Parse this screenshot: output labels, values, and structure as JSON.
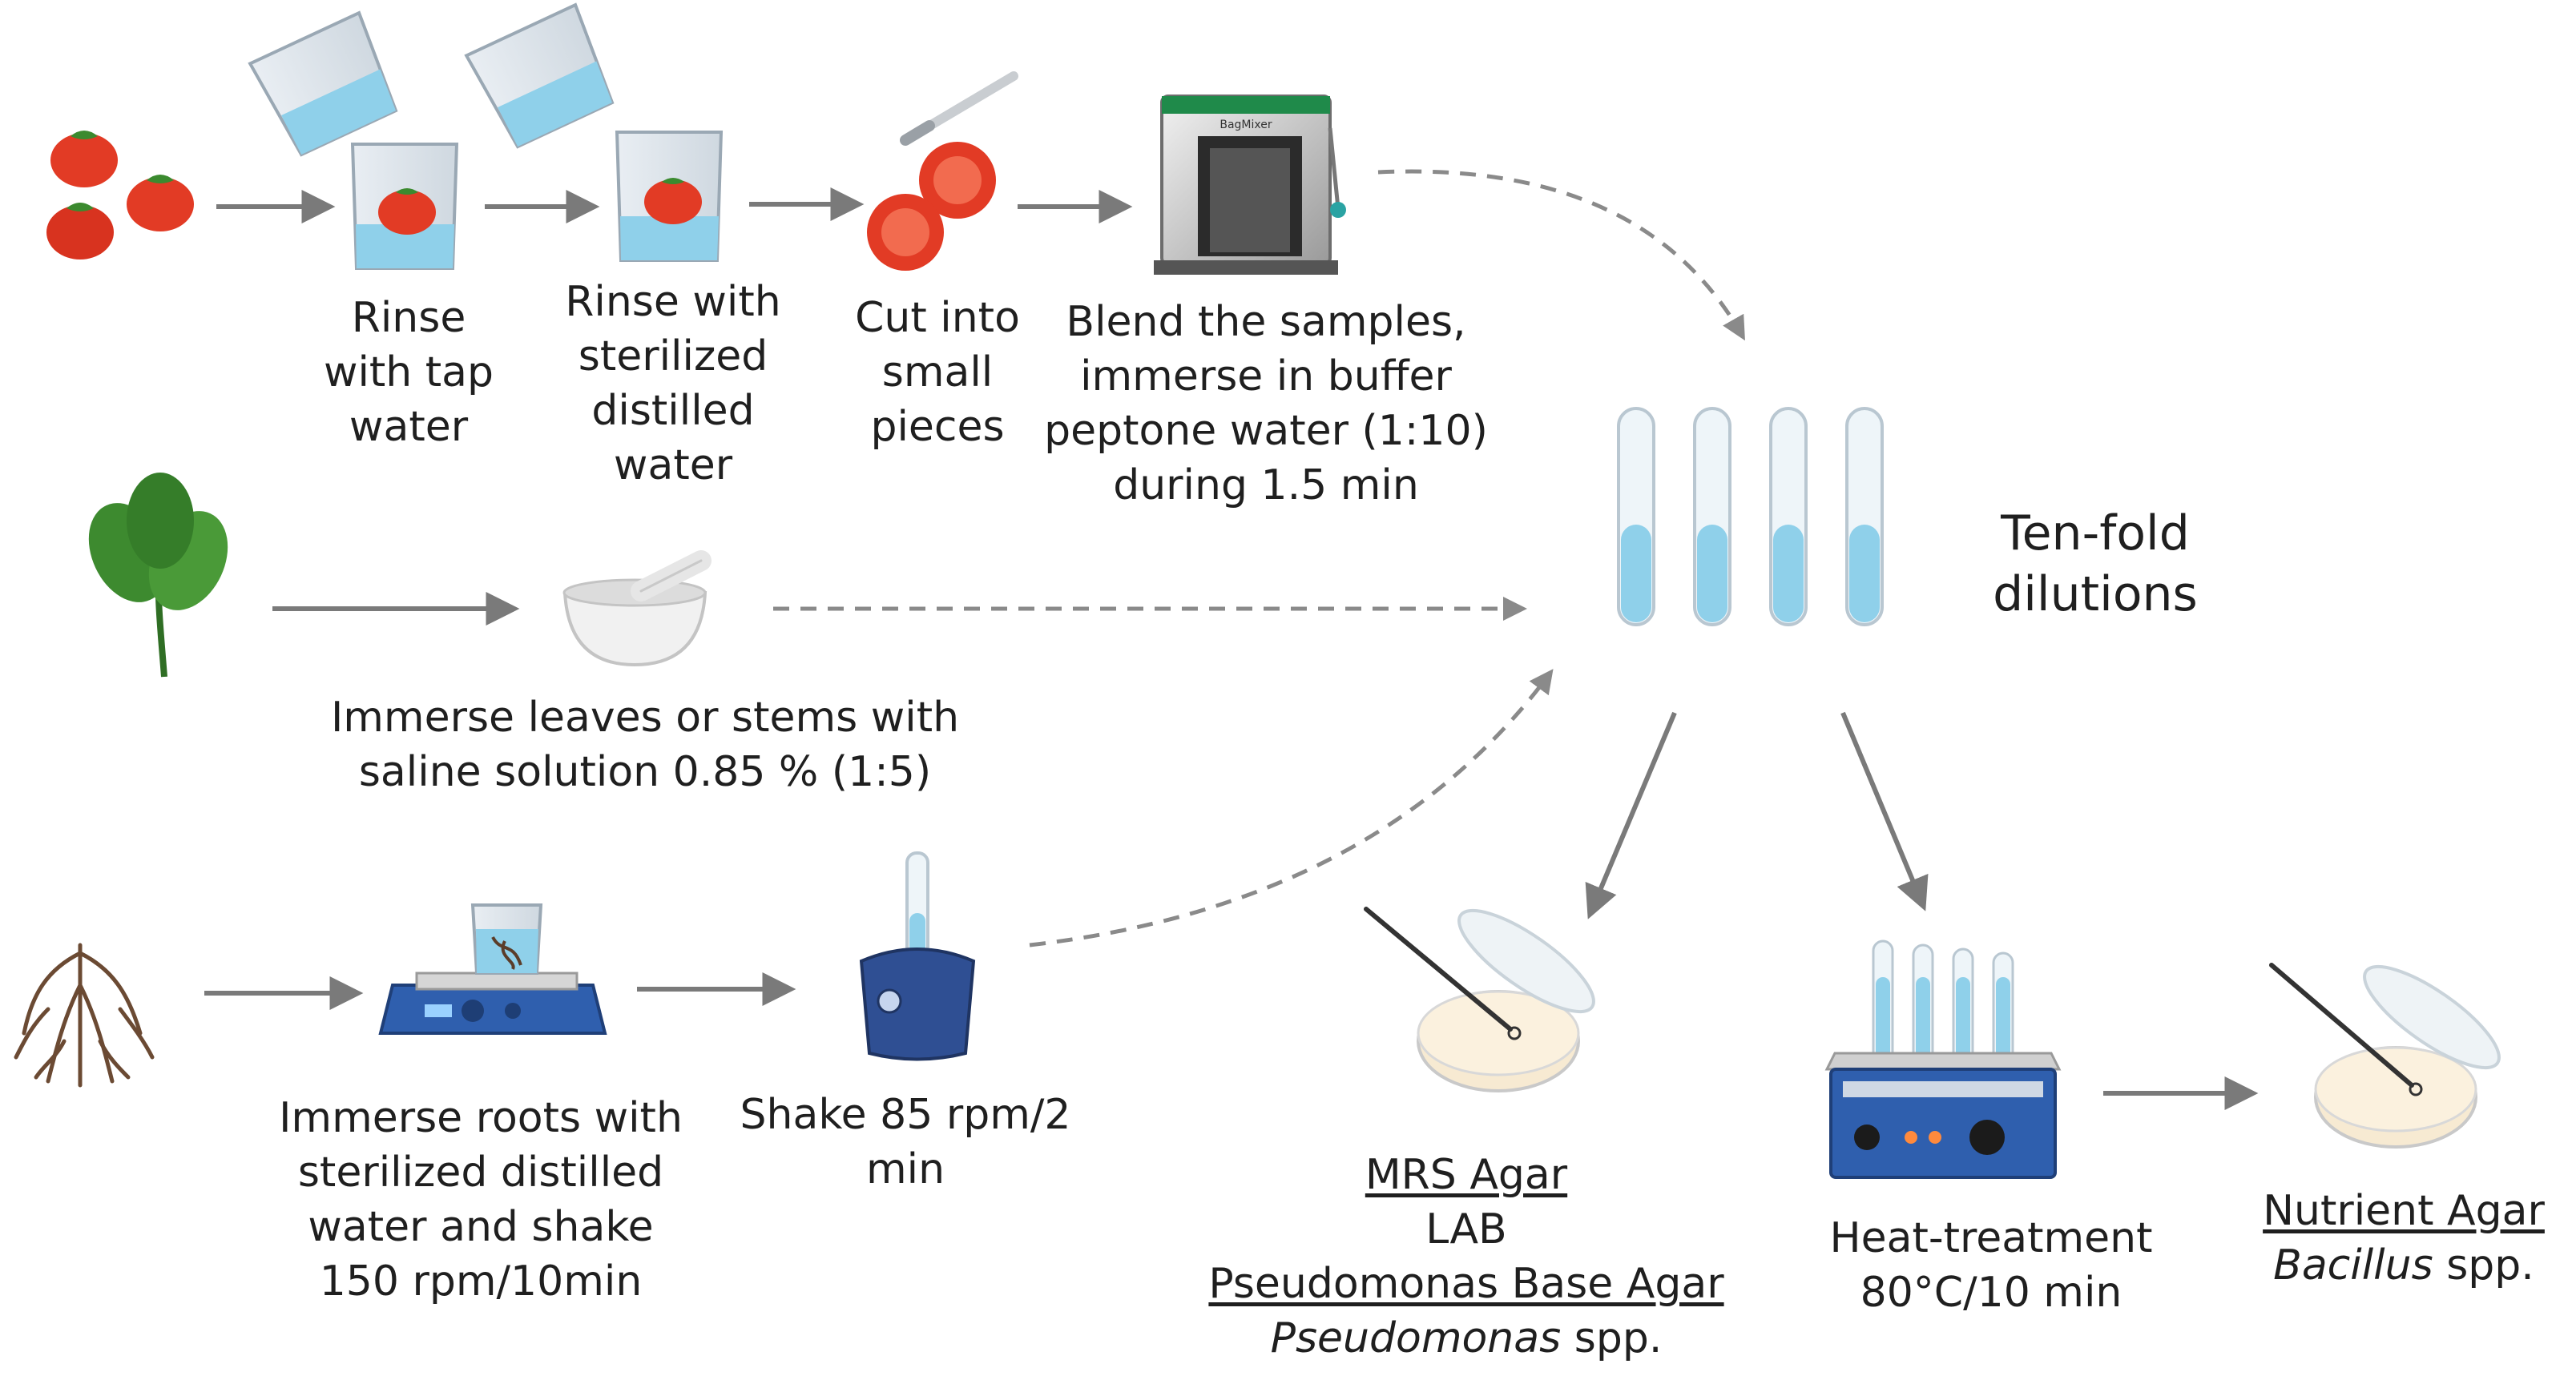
{
  "steps": {
    "rinse_tap": [
      "Rinse",
      "with tap",
      "water"
    ],
    "rinse_sterile": [
      "Rinse with",
      "sterilized",
      "distilled",
      "water"
    ],
    "cut": [
      "Cut into",
      "small",
      "pieces"
    ],
    "blend": [
      "Blend the samples,",
      "immerse in buffer",
      "peptone water (1:10)",
      "during 1.5 min"
    ],
    "leaves": [
      "Immerse leaves or stems with",
      "saline solution 0.85 % (1:5)"
    ],
    "roots": [
      "Immerse roots with",
      "sterilized distilled",
      "water and shake",
      "150 rpm/10min"
    ],
    "shake": [
      "Shake 85 rpm/2",
      "min"
    ],
    "dilutions": [
      "Ten-fold",
      "dilutions"
    ],
    "heat": [
      "Heat-treatment",
      "80°C/10 min"
    ]
  },
  "media": {
    "mrs_agar": "MRS Agar",
    "lab": "LAB",
    "pseudomonas_agar": "Pseudomonas Base Agar",
    "pseudomonas_genus": "Pseudomonas",
    "pseudomonas_spp": " spp.",
    "nutrient_agar": "Nutrient Agar",
    "bacillus_genus": "Bacillus",
    "bacillus_spp": " spp."
  },
  "device_text": {
    "blender_brand": "BagMixer"
  },
  "colors": {
    "arrow": "#7a7a7a",
    "tomato": "#e23b25",
    "water": "#8fd0ea",
    "leaf": "#3d8a2f",
    "root": "#6b4a33",
    "device_blue": "#2f5fae",
    "agar": "#f7ead2"
  }
}
